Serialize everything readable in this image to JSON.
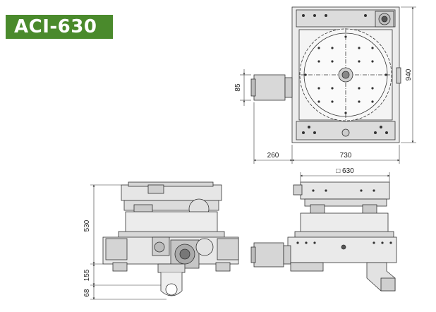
{
  "title": "ACI-630",
  "dimensions": {
    "d85": "85",
    "d940": "940",
    "d260": "260",
    "d730": "730",
    "d630": "□ 630",
    "d530": "530",
    "d155": "155",
    "d68": "68"
  },
  "colors": {
    "badge": "#4a8a2c",
    "line": "#333333",
    "fill": "#e4e4e4",
    "fill_dark": "#c8c8c8"
  }
}
